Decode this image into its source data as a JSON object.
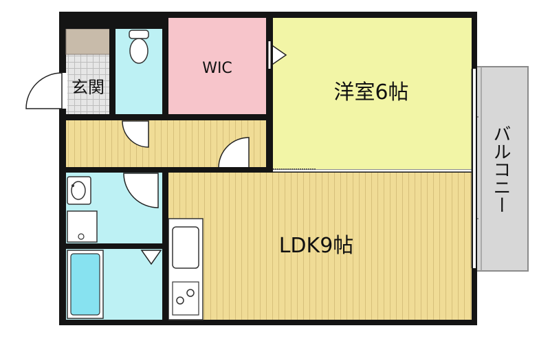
{
  "floorplan": {
    "rooms": [
      {
        "id": "western",
        "label": "洋室6帖",
        "color": "#f2f5a6"
      },
      {
        "id": "ldk",
        "label": "LDK9帖",
        "color": "#f0dc96"
      },
      {
        "id": "wic",
        "label": "WIC",
        "color": "#f7c5cb"
      },
      {
        "id": "entrance",
        "label": "玄関",
        "color": "#e4e4e4"
      },
      {
        "id": "balcony",
        "label": "バルコニー",
        "color": "#d7d7d7"
      }
    ],
    "colors": {
      "wall": "#141414",
      "wet_area": "#bdf1f4",
      "bathtub": "#87e2f0",
      "shoe_box": "#c8bbaa",
      "hallway_floor": "#efd893"
    }
  }
}
